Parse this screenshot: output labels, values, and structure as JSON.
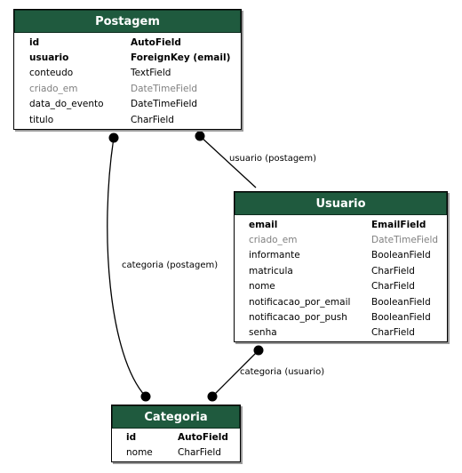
{
  "models": {
    "postagem": {
      "title": "Postagem",
      "fields": [
        {
          "name": "id",
          "type": "AutoField",
          "style": "bold"
        },
        {
          "name": "usuario",
          "type": "ForeignKey (email)",
          "style": "bold"
        },
        {
          "name": "conteudo",
          "type": "TextField",
          "style": "normal"
        },
        {
          "name": "criado_em",
          "type": "DateTimeField",
          "style": "muted"
        },
        {
          "name": "data_do_evento",
          "type": "DateTimeField",
          "style": "normal"
        },
        {
          "name": "titulo",
          "type": "CharField",
          "style": "normal"
        }
      ]
    },
    "usuario": {
      "title": "Usuario",
      "fields": [
        {
          "name": "email",
          "type": "EmailField",
          "style": "bold"
        },
        {
          "name": "criado_em",
          "type": "DateTimeField",
          "style": "muted"
        },
        {
          "name": "informante",
          "type": "BooleanField",
          "style": "normal"
        },
        {
          "name": "matricula",
          "type": "CharField",
          "style": "normal"
        },
        {
          "name": "nome",
          "type": "CharField",
          "style": "normal"
        },
        {
          "name": "notificacao_por_email",
          "type": "BooleanField",
          "style": "normal"
        },
        {
          "name": "notificacao_por_push",
          "type": "BooleanField",
          "style": "normal"
        },
        {
          "name": "senha",
          "type": "CharField",
          "style": "normal"
        }
      ]
    },
    "categoria": {
      "title": "Categoria",
      "fields": [
        {
          "name": "id",
          "type": "AutoField",
          "style": "bold"
        },
        {
          "name": "nome",
          "type": "CharField",
          "style": "normal"
        }
      ]
    }
  },
  "relations": {
    "postagem_usuario": "usuario (postagem)",
    "postagem_categoria": "categoria (postagem)",
    "usuario_categoria": "categoria (usuario)"
  }
}
